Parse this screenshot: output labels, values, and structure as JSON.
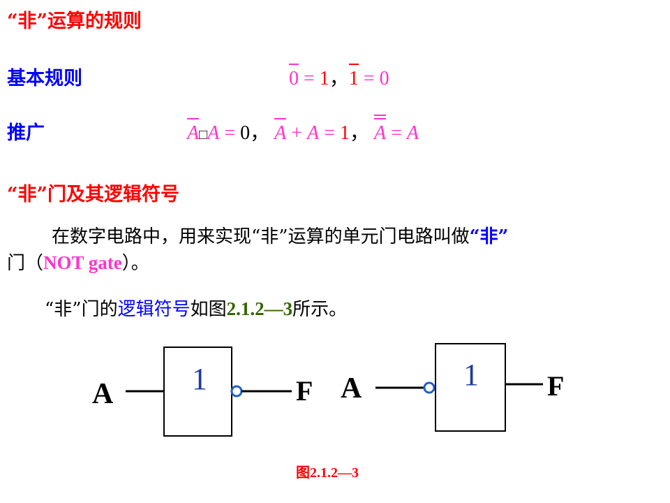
{
  "section1": {
    "title": "“非”运算的规则",
    "rows": [
      {
        "label": "基本规则",
        "formula": [
          "0 = 1",
          "1 = 0"
        ]
      },
      {
        "label": "推广",
        "formula": [
          "A□A = 0",
          "A + A = 1",
          "A = A"
        ]
      }
    ]
  },
  "section2": {
    "title": "“非”门及其逻辑符号",
    "para1_part1": "在数字电路中，用来实现“非”运算的单元门电路叫做",
    "para1_highlight": "“非”",
    "para1_part2": "门（",
    "para1_term": "NOT  gate",
    "para1_part3": "）。",
    "para2_part1": "“非”门的",
    "para2_highlight": "逻辑符号",
    "para2_part2": "如图",
    "para2_figref": "2.1.2—3",
    "para2_part3": "所示。"
  },
  "figure": {
    "gate1": {
      "input": "A",
      "symbol": "1",
      "output": "F"
    },
    "gate2": {
      "input": "A",
      "symbol": "1",
      "output": "F"
    },
    "caption": "图2.1.2—3"
  }
}
